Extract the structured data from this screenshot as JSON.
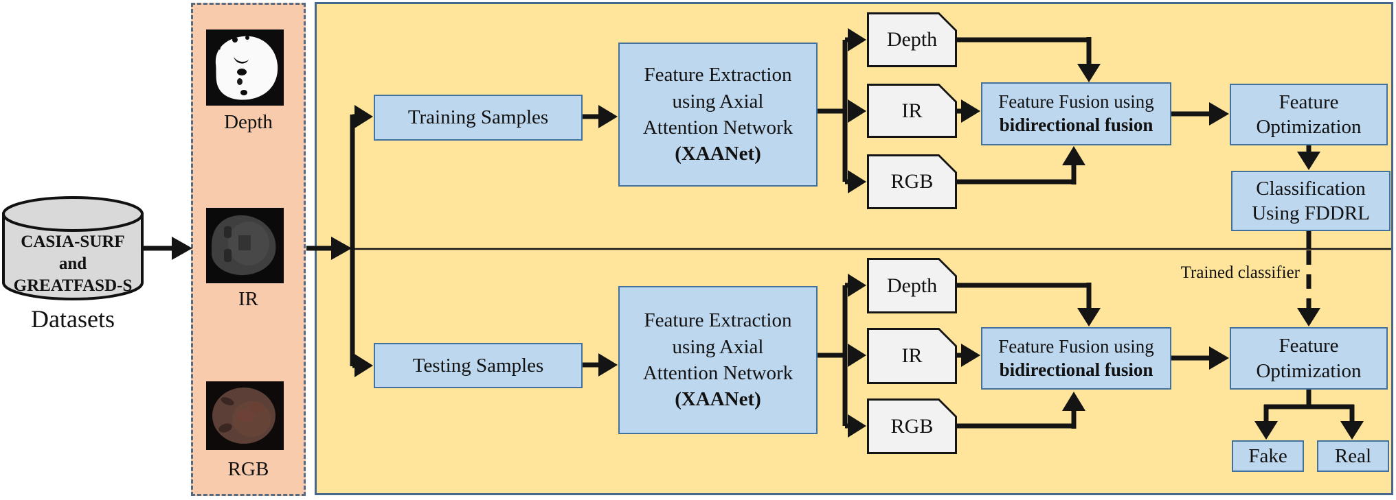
{
  "dataset": {
    "cylinder_label": "CASIA-SURF\nand\nGREATFASD-S",
    "caption": "Datasets"
  },
  "modalities": {
    "depth_label": "Depth",
    "ir_label": "IR",
    "rgb_label": "RGB"
  },
  "training": {
    "samples_label": "Training Samples",
    "extraction_lines": "Feature Extraction\nusing Axial\nAttention Network",
    "extraction_bold_line": "(XAANet)",
    "card_depth": "Depth",
    "card_ir": "IR",
    "card_rgb": "RGB",
    "fusion_line1": "Feature Fusion using",
    "fusion_line2": "bidirectional fusion",
    "optimization_label": "Feature\nOptimization",
    "classification_label": "Classification\nUsing FDDRL"
  },
  "testing": {
    "samples_label": "Testing Samples",
    "extraction_lines": "Feature Extraction\nusing Axial\nAttention Network",
    "extraction_bold_line": "(XAANet)",
    "card_depth": "Depth",
    "card_ir": "IR",
    "card_rgb": "RGB",
    "fusion_line1": "Feature Fusion using",
    "fusion_line2": "bidirectional fusion",
    "optimization_label": "Feature\nOptimization",
    "fake_label": "Fake",
    "real_label": "Real"
  },
  "annotations": {
    "trained_classifier": "Trained classifier"
  },
  "colors": {
    "pipeline_panel": "#FEE59B",
    "modalities_panel": "#F8CBAD",
    "process_box": "#BDD7EE",
    "process_box_border": "#41719C",
    "data_card": "#F2F2F2",
    "cylinder": "#D9D9D9",
    "arrow": "#141414"
  }
}
